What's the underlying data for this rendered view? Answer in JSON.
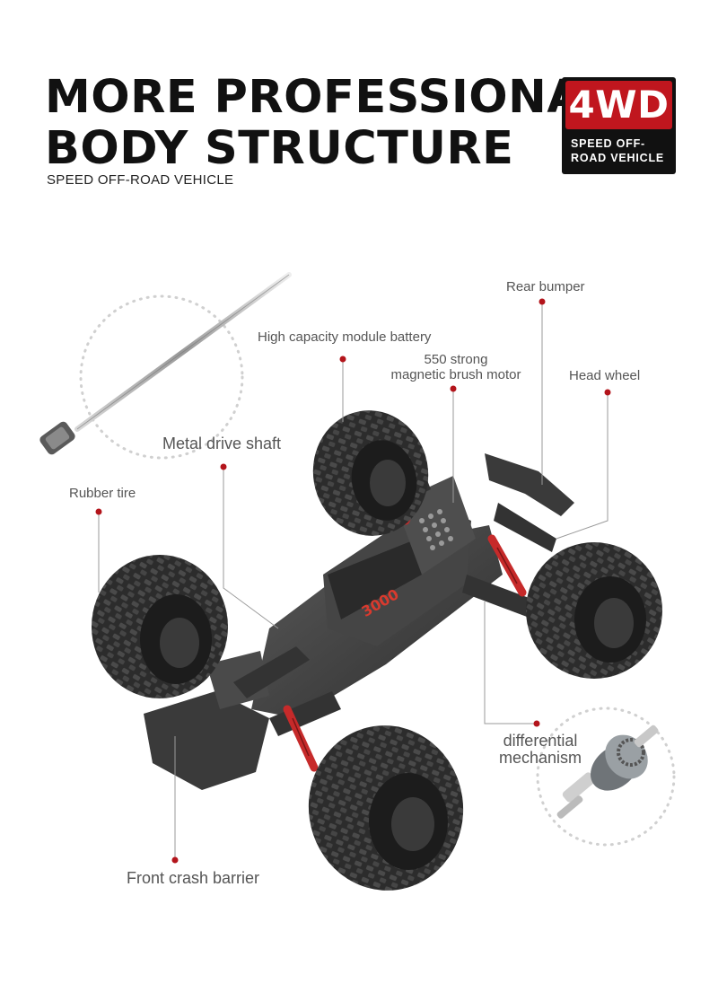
{
  "header": {
    "title_line1": "MORE PROFESSIONAL",
    "title_line2": "BODY STRUCTURE",
    "subtitle": "SPEED OFF-ROAD VEHICLE"
  },
  "badge": {
    "main": "4WD",
    "sub_line1": "SPEED OFF-",
    "sub_line2": "ROAD VEHICLE"
  },
  "callouts": {
    "rear_bumper": "Rear bumper",
    "battery": "High capacity module battery",
    "motor_line1": "550 strong",
    "motor_line2": "magnetic brush motor",
    "head_wheel": "Head wheel",
    "drive_shaft": "Metal drive shaft",
    "rubber_tire": "Rubber tire",
    "differential_line1": "differential",
    "differential_line2": "mechanism",
    "front_barrier": "Front crash barrier"
  },
  "battery_label": "3000",
  "colors": {
    "accent_red": "#c0161e",
    "dot_red": "#b3141b",
    "body_dark": "#3a3a3a",
    "spring_red": "#c62a2a"
  }
}
